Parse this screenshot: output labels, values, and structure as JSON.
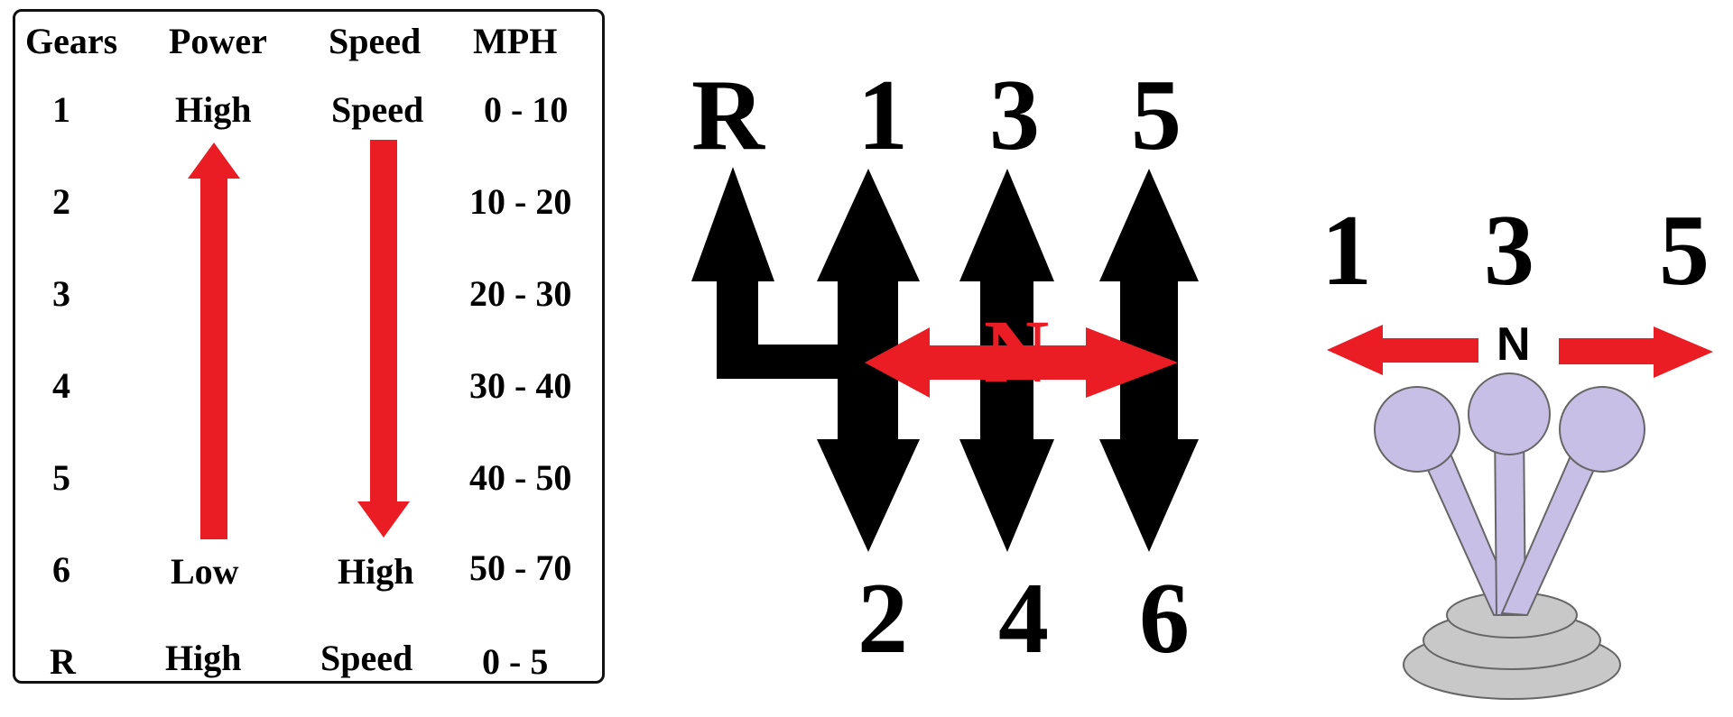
{
  "table": {
    "headers": [
      "Gears",
      "Power",
      "Speed",
      "MPH"
    ],
    "rows": [
      {
        "gear": "1",
        "power": "High",
        "speed": "Speed",
        "mph": "0 - 10"
      },
      {
        "gear": "2",
        "power": "",
        "speed": "",
        "mph": "10 - 20"
      },
      {
        "gear": "3",
        "power": "",
        "speed": "",
        "mph": "20 - 30"
      },
      {
        "gear": "4",
        "power": "",
        "speed": "",
        "mph": "30 - 40"
      },
      {
        "gear": "5",
        "power": "",
        "speed": "",
        "mph": "40 - 50"
      },
      {
        "gear": "6",
        "power": "Low",
        "speed": "High",
        "mph": "50 - 70"
      },
      {
        "gear": "R",
        "power": "High",
        "speed": "Speed",
        "mph": "0 - 5"
      }
    ]
  },
  "shift_pattern": {
    "top": [
      "R",
      "1",
      "3",
      "5"
    ],
    "bottom": [
      "2",
      "4",
      "6"
    ],
    "neutral": "N"
  },
  "lever": {
    "labels": [
      "1",
      "3",
      "5"
    ],
    "neutral": "N"
  },
  "colors": {
    "arrow_red": "#ea1d25",
    "arrow_black": "#000000",
    "knob": "#c8bfe7",
    "base": "#c8c8c8"
  }
}
